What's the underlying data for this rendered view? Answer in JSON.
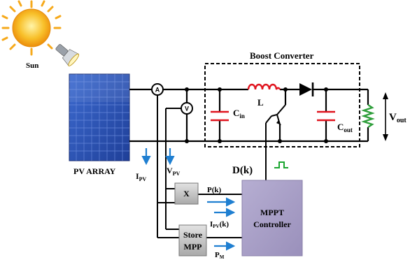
{
  "labels": {
    "sun": "Sun",
    "pv_array": "PV ARRAY",
    "boost_converter": "Boost Converter",
    "inductor": "L",
    "cin_main": "C",
    "cin_sub": "in",
    "cout_main": "C",
    "cout_sub": "out",
    "vout_main": "V",
    "vout_sub": "out",
    "ipv_main": "I",
    "ipv_sub": "PV",
    "vpv_main": "V",
    "vpv_sub": "PV",
    "dk": "D(k)",
    "multiplier": "X",
    "pk": "P(k)",
    "controller_line1": "MPPT",
    "controller_line2": "Controller",
    "ipvk_main": "I",
    "ipvk_sub": "PV",
    "ipvk_suffix": "(k)",
    "store_line1": "Store",
    "store_line2": "MPP",
    "pm_main": "P",
    "pm_sub": "M",
    "ammeter": "A",
    "voltmeter": "V"
  },
  "colors": {
    "wire": "#000000",
    "capacitor": "#e0141e",
    "inductor": "#e0141e",
    "resistor": "#2e9e3a",
    "signal_arrow": "#1f7fd1",
    "pwm": "#1aa52f",
    "controller_fill": "#a89fc4",
    "block_fill": "#c8c8c8",
    "panel_blue": "#2d56b8",
    "sun": "#f6b21b"
  }
}
